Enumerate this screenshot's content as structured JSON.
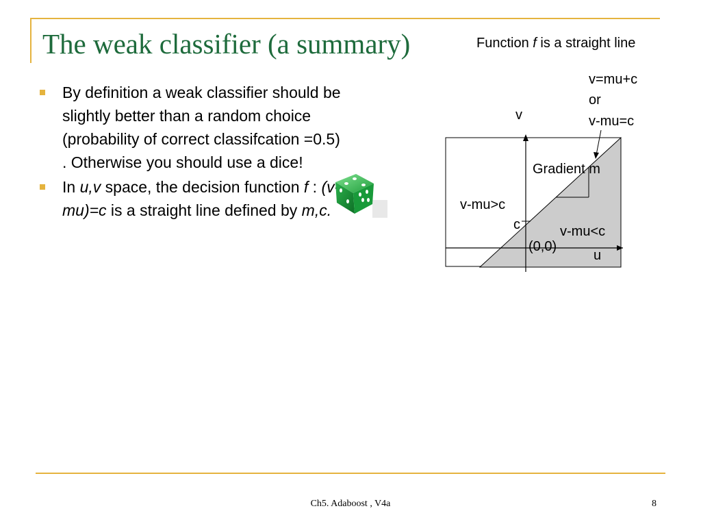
{
  "slide": {
    "title": "The weak classifier (a summary)",
    "subtitle_prefix": "Function ",
    "subtitle_italic": "f",
    "subtitle_suffix": " is  a straight line"
  },
  "bullets": [
    {
      "text": "By definition a weak classifier should be slightly better than a random choice (probability of correct classifcation =0.5) . Otherwise you should use a dice!"
    },
    {
      "parts": [
        "In ",
        "u,v",
        " space, the decision function ",
        "f",
        " : ",
        "(v-mu)=c",
        " is  a straight line defined by ",
        "m,c."
      ]
    }
  ],
  "diagram": {
    "v_axis_label": "v",
    "u_axis_label": "u",
    "line_eq_1": "v=mu+c",
    "line_eq_or": "or",
    "line_eq_2": "v-mu=c",
    "gradient_label": "Gradient m",
    "region_above": "v-mu>c",
    "intercept_label": "c",
    "region_below": "v-mu<c",
    "origin_label": "(0,0)",
    "region_fill": "#cccccc"
  },
  "dice": {
    "icon": "dice-icon",
    "color": "#2bb24c"
  },
  "footer": {
    "text": "Ch5. Adaboost , V4a",
    "page": "8"
  },
  "colors": {
    "accent": "#e5b33e",
    "title": "#1e6b3c"
  }
}
